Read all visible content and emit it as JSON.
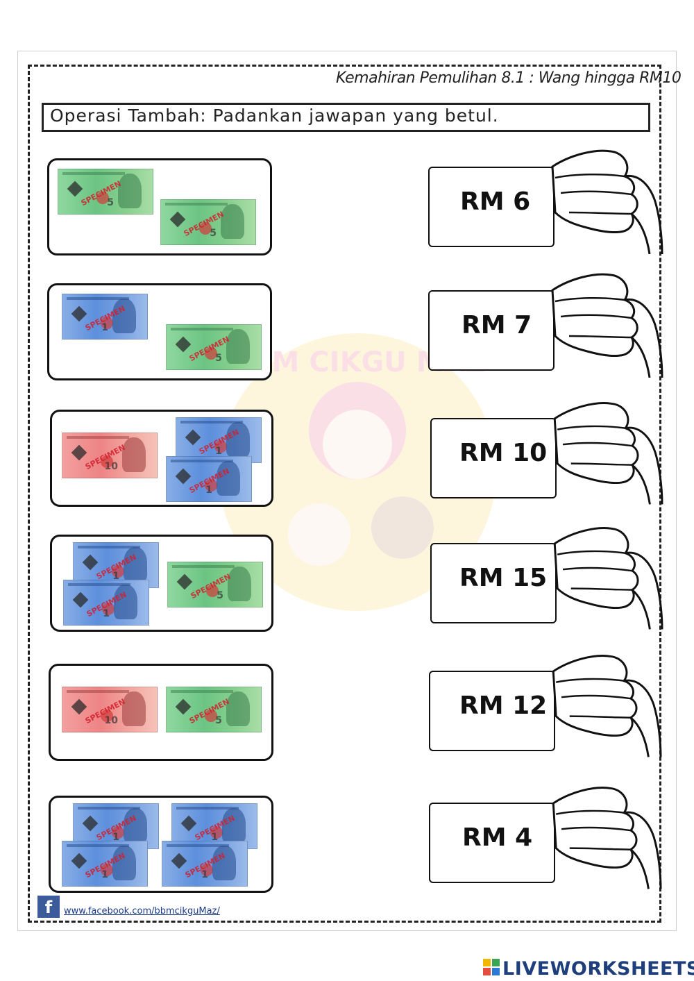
{
  "header": {
    "subtitle": "Kemahiran Pemulihan 8.1 : Wang hingga RM10"
  },
  "instruction": {
    "text": "Operasi Tambah: Padankan jawapan yang betul."
  },
  "note_labels": {
    "specimen": "SPECIMEN",
    "rm1": "1",
    "rm5": "5",
    "rm10": "10"
  },
  "answers": [
    {
      "label": "RM 6"
    },
    {
      "label": "RM 7"
    },
    {
      "label": "RM 10"
    },
    {
      "label": "RM 15"
    },
    {
      "label": "RM 12"
    },
    {
      "label": "RM 4"
    }
  ],
  "watermark": {
    "text": "BBM CIKGU MAZ"
  },
  "footer": {
    "fb_icon": "f",
    "link": "www.facebook.com/bbmcikguMaz/"
  },
  "brand": {
    "name": "LIVEWORKSHEETS"
  },
  "colors": {
    "rm1": "#5d8fdc",
    "rm5": "#6cc483",
    "rm10": "#ee8484",
    "fb": "#3b5b9a",
    "brand": "#1f3f7c"
  }
}
